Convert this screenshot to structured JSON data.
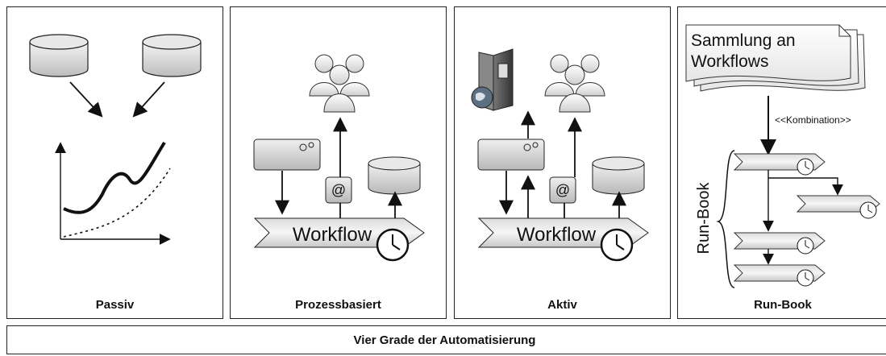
{
  "panels": [
    {
      "label": "Passiv"
    },
    {
      "label": "Prozessbasiert"
    },
    {
      "label": "Aktiv"
    },
    {
      "label": "Run-Book"
    }
  ],
  "workflow_label": "Workflow",
  "email_symbol": "@",
  "runbook": {
    "collection_line1": "Sammlung an",
    "collection_line2": "Workflows",
    "combination": "<<Kombination>>",
    "vertical_label": "Run-Book"
  },
  "footer": {
    "title": "Vier Grade der Automatisierung"
  },
  "colors": {
    "border": "#222222",
    "fill_light": "#f2f2f2",
    "fill_dark": "#c8c8c8"
  }
}
